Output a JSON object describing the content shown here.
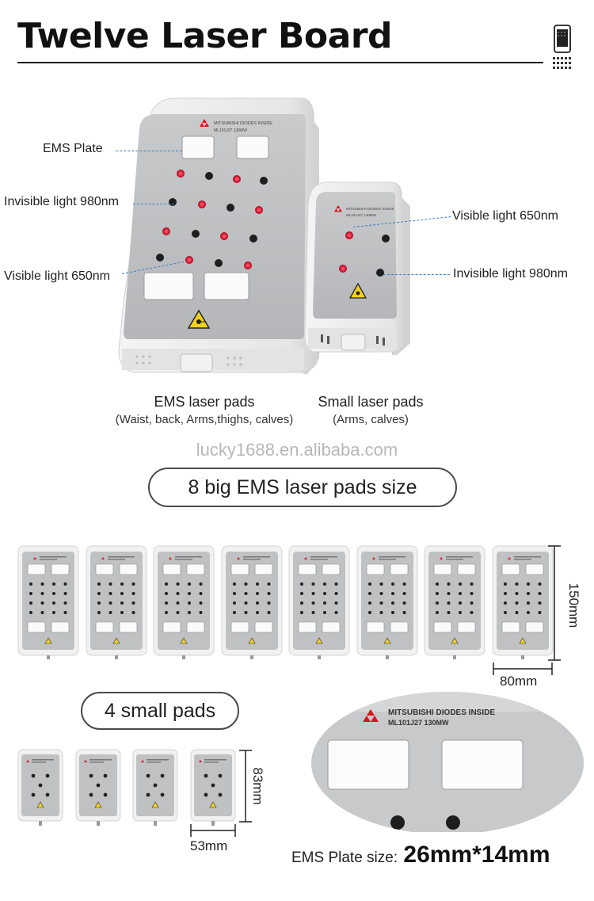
{
  "header": {
    "title": "Twelve Laser Board"
  },
  "big_device": {
    "labels": {
      "ems_plate": "EMS Plate",
      "invisible": "Invisible light 980nm",
      "visible": "Visible light 650nm"
    },
    "brand_text": "MITSUBISHI DIODES INSIDE",
    "model_text": "ML101J27  130MW",
    "caption_main": "EMS laser pads",
    "caption_sub": "(Waist, back, Arms,thighs, calves)"
  },
  "small_device": {
    "labels": {
      "visible": "Visible light 650nm",
      "invisible": "Invisible light 980nm"
    },
    "brand_text": "MITSUBISHI DIODES INSIDE",
    "model_text": "ML101J27  130MW",
    "caption_main": "Small laser pads",
    "caption_sub": "(Arms, calves)"
  },
  "watermark": "lucky1688.en.alibaba.com",
  "big_pads": {
    "pill_label": "8 big EMS laser pads size",
    "count": 8,
    "height_label": "150mm",
    "width_label": "80mm"
  },
  "small_pads": {
    "pill_label": "4 small pads",
    "count": 4,
    "height_label": "83mm",
    "width_label": "53mm"
  },
  "plate_zoom": {
    "brand_text": "MITSUBISHI DIODES INSIDE",
    "model_text": "ML101J27    130MW",
    "size_label": "EMS Plate size:",
    "size_value": "26mm*14mm"
  },
  "colors": {
    "red_laser": "#e0203a",
    "dark_laser": "#1e1e1e",
    "leader": "#3a7fc4",
    "shell": "#ececec",
    "panel": "#bfc1c3",
    "brand_red": "#d8141e"
  }
}
